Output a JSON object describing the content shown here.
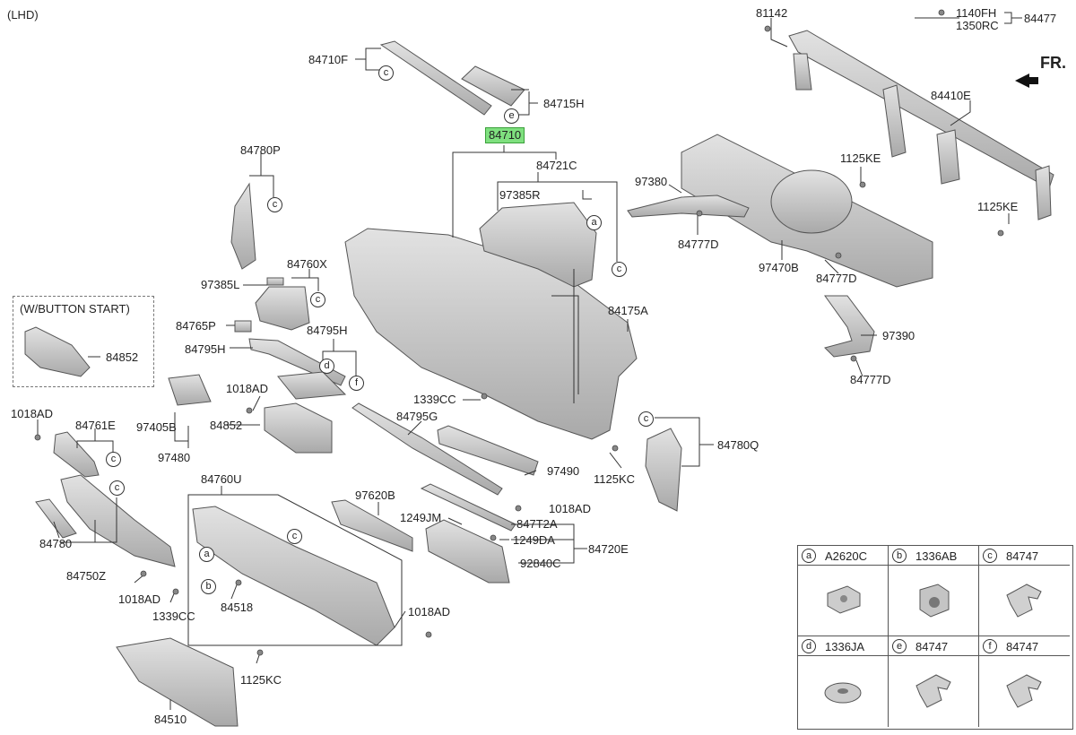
{
  "drawing_note": "(LHD)",
  "direction_label": "FR.",
  "variant_box_label": "(W/BUTTON START)",
  "part_numbers": {
    "p81142": "81142",
    "p1140FH": "1140FH",
    "p1350RC": "1350RC",
    "p84477": "84477",
    "p84710F": "84710F",
    "p84715H": "84715H",
    "p84710": "84710",
    "p84721C": "84721C",
    "p97385R": "97385R",
    "p84410E": "84410E",
    "p1125KE_a": "1125KE",
    "p1125KE_b": "1125KE",
    "p97380": "97380",
    "p84777D_a": "84777D",
    "p84777D_b": "84777D",
    "p84777D_c": "84777D",
    "p97470B": "97470B",
    "p84780P": "84780P",
    "p84760X": "84760X",
    "p97385L": "97385L",
    "p84765P": "84765P",
    "p84795H_a": "84795H",
    "p84795H_b": "84795H",
    "p84175A": "84175A",
    "p97390": "97390",
    "p84852_a": "84852",
    "p84852_b": "84852",
    "p1018AD_a": "1018AD",
    "p1018AD_b": "1018AD",
    "p1018AD_c": "1018AD",
    "p1018AD_d": "1018AD",
    "p1018AD_e": "1018AD",
    "p1339CC_a": "1339CC",
    "p1339CC_b": "1339CC",
    "p84761E": "84761E",
    "p97405B": "97405B",
    "p97480": "97480",
    "p84795G": "84795G",
    "p84780Q": "84780Q",
    "p97490": "97490",
    "p1125KC_a": "1125KC",
    "p1125KC_b": "1125KC",
    "p84780": "84780",
    "p84750Z": "84750Z",
    "p84760U": "84760U",
    "p97620B": "97620B",
    "p1249JM": "1249JM",
    "p847T2A": "847T2A",
    "p1249DA": "1249DA",
    "p84720E": "84720E",
    "p92840C": "92840C",
    "p84518": "84518",
    "p84510": "84510"
  },
  "callout_letters": {
    "c1": "c",
    "e1": "e",
    "c2": "c",
    "a1": "a",
    "c3": "c",
    "c4": "c",
    "c5": "c",
    "d1": "d",
    "f1": "f",
    "c6": "c",
    "c7": "c",
    "c8": "c",
    "c9": "c",
    "a2": "a",
    "b1": "b"
  },
  "legend": [
    {
      "letter": "a",
      "part": "A2620C",
      "icon": "u-nut-icon"
    },
    {
      "letter": "b",
      "part": "1336AB",
      "icon": "cage-nut-icon"
    },
    {
      "letter": "c",
      "part": "84747",
      "icon": "clip-icon"
    },
    {
      "letter": "d",
      "part": "1336JA",
      "icon": "speed-nut-icon"
    },
    {
      "letter": "e",
      "part": "84747",
      "icon": "clip-icon"
    },
    {
      "letter": "f",
      "part": "84747",
      "icon": "clip-icon"
    }
  ],
  "colors": {
    "highlight": "#7fe07f",
    "part_fill": "#c9c9c9",
    "part_stroke": "#555555"
  }
}
